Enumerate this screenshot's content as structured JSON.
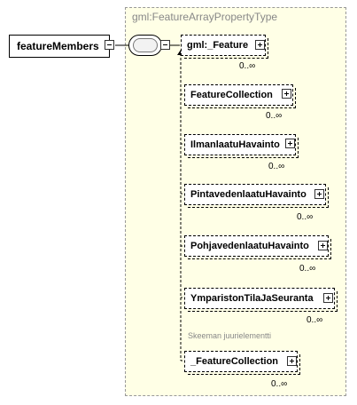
{
  "type": {
    "label": "gml:FeatureArrayPropertyType"
  },
  "root": {
    "label": "featureMembers"
  },
  "choices": [
    {
      "label": "gml:_Feature",
      "mult": "0..∞"
    },
    {
      "label": "FeatureCollection",
      "mult": "0..∞"
    },
    {
      "label": "IlmanlaatuHavainto",
      "mult": "0..∞"
    },
    {
      "label": "PintavedenlaatuHavainto",
      "mult": "0..∞"
    },
    {
      "label": "PohjavedenlaatuHavainto",
      "mult": "0..∞"
    },
    {
      "label": "YmparistonTilaJaSeuranta",
      "mult": "0..∞"
    },
    {
      "label": "_FeatureCollection",
      "mult": "0..∞"
    }
  ],
  "note": "Skeeman juurielementti",
  "colors": {
    "type_bg": "#ffffe6",
    "type_border": "#999999",
    "line": "#000000"
  }
}
